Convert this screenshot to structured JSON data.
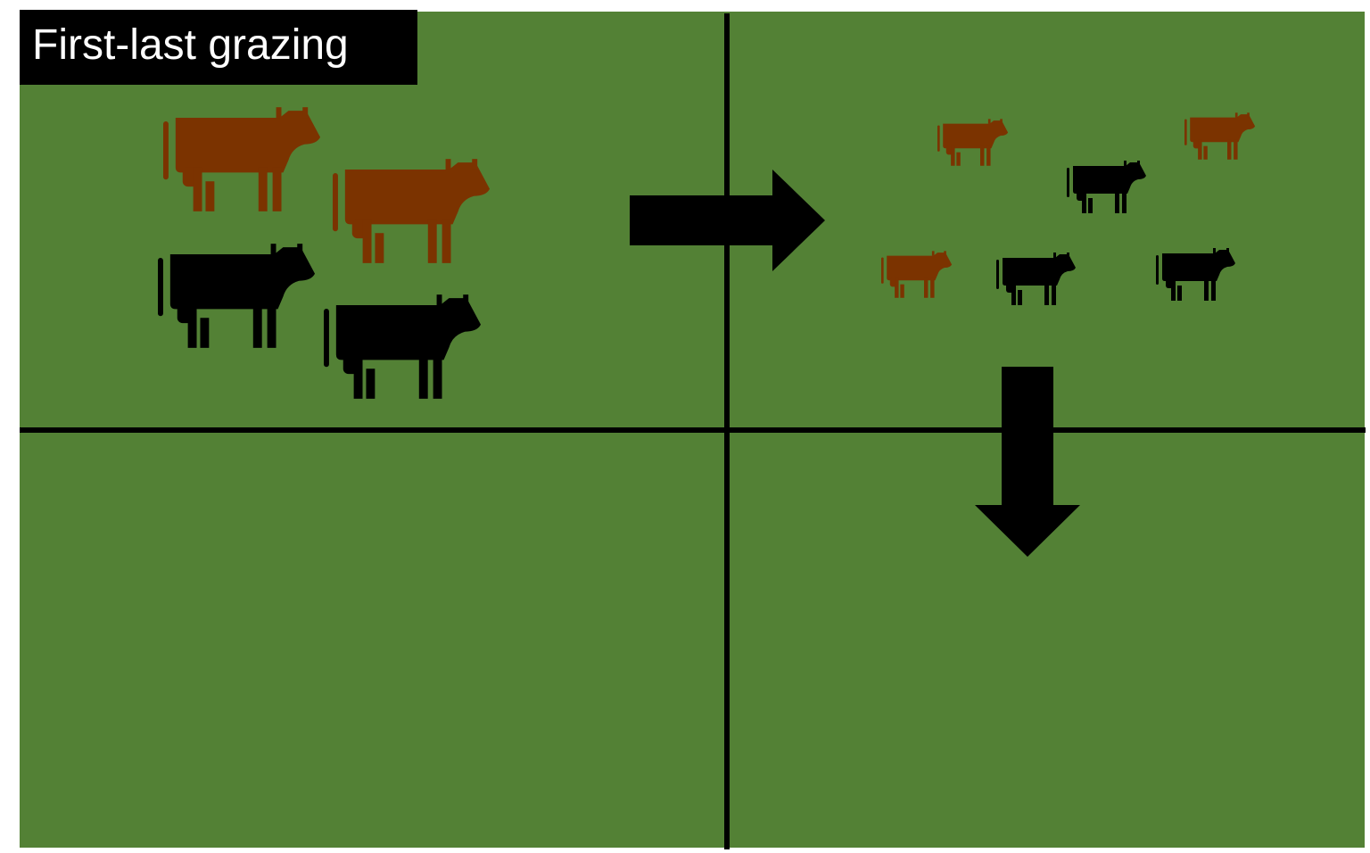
{
  "title": "First-last grazing",
  "colors": {
    "pasture": "#538135",
    "fence": "#000000",
    "title_background": "#000000",
    "title_text": "#ffffff",
    "brown_cattle": "#7b3300",
    "black_cattle": "#000000",
    "arrow": "#000000"
  },
  "groups": {
    "first_grazers": {
      "paddock": "top-left",
      "icon": "cow-icon",
      "count": 4,
      "brown_count": 2,
      "black_count": 2,
      "size": "large"
    },
    "last_grazers": {
      "paddock": "top-right",
      "icon": "cow-icon",
      "count": 6,
      "brown_count": 3,
      "black_count": 3,
      "size": "small"
    }
  },
  "arrows": [
    {
      "name": "arrow-right-icon",
      "direction": "right",
      "from": "top-left",
      "to": "top-right"
    },
    {
      "name": "arrow-down-icon",
      "direction": "down",
      "from": "top-right",
      "to": "bottom-right"
    }
  ],
  "paddocks": [
    "top-left",
    "top-right",
    "bottom-left",
    "bottom-right"
  ]
}
